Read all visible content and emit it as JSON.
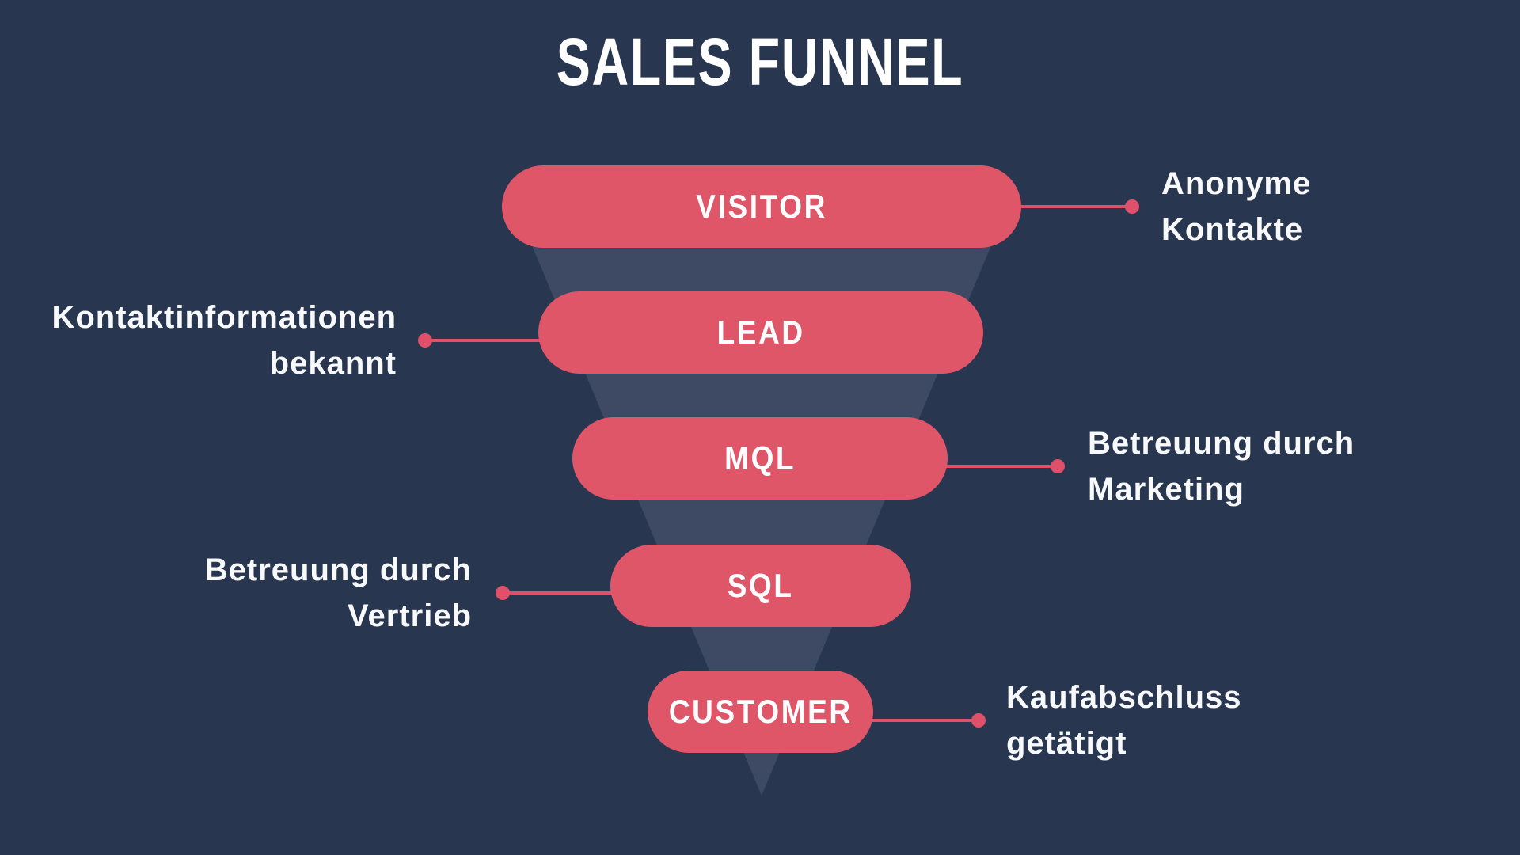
{
  "title": "SALES FUNNEL",
  "colors": {
    "background": "#293650",
    "funnel_shadow": "#3E4A63",
    "stage_pill": "#E05669",
    "connector": "#E0506A",
    "text": "#FFFFFF"
  },
  "funnel": {
    "stages": [
      {
        "label": "VISITOR",
        "annotation": {
          "side": "right",
          "lines": [
            "Anonyme",
            "Kontakte"
          ]
        }
      },
      {
        "label": "LEAD",
        "annotation": {
          "side": "left",
          "lines": [
            "Kontaktinformationen",
            "bekannt"
          ]
        }
      },
      {
        "label": "MQL",
        "annotation": {
          "side": "right",
          "lines": [
            "Betreuung durch",
            "Marketing"
          ]
        }
      },
      {
        "label": "SQL",
        "annotation": {
          "side": "left",
          "lines": [
            "Betreuung durch",
            "Vertrieb"
          ]
        }
      },
      {
        "label": "CUSTOMER",
        "annotation": {
          "side": "right",
          "lines": [
            "Kaufabschluss",
            "getätigt"
          ]
        }
      }
    ]
  }
}
